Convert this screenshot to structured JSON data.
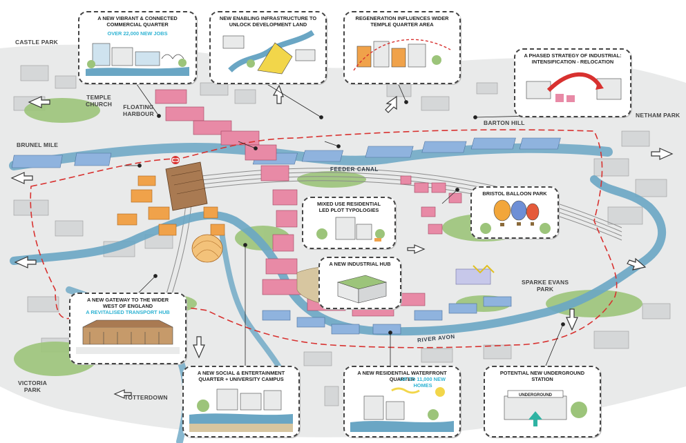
{
  "places": {
    "castle_park": "CASTLE PARK",
    "temple_church": "TEMPLE\nCHURCH",
    "floating_harbour": "FLOATING\nHARBOUR",
    "brunel_mile": "BRUNEL MILE",
    "barton_hill": "BARTON HILL",
    "netham_park": "NETHAM PARK",
    "feeder_canal": "FEEDER CANAL",
    "sparke_evans_park": "SPARKE EVANS\nPARK",
    "river_avon": "RIVER AVON",
    "victoria_park": "VICTORIA\nPARK",
    "totterdown": "TOTTERDOWN"
  },
  "callouts": {
    "commercial": {
      "title": "A NEW VIBRANT & CONNECTED\nCOMMERCIAL QUARTER",
      "highlight": "OVER 22,000 NEW JOBS"
    },
    "infrastructure": {
      "title": "NEW ENABLING INFRASTRUCTURE TO\nUNLOCK DEVELOPMENT LAND"
    },
    "regeneration": {
      "title": "REGENERATION INFLUENCES WIDER\nTEMPLE QUARTER AREA"
    },
    "phased": {
      "title": "A PHASED STRATEGY OF INDUSTRIAL:\nINTENSIFICATION - RELOCATION"
    },
    "mixed_use": {
      "title": "MIXED USE RESIDENTIAL\nLED PLOT TYPOLOGIES"
    },
    "balloon": {
      "title": "BRISTOL BALLOON PARK"
    },
    "industrial_hub": {
      "title": "A NEW INDUSTRIAL HUB"
    },
    "gateway": {
      "title": "A NEW GATEWAY TO THE WIDER\nWEST OF ENGLAND",
      "highlight": "A REVITALISED TRANSPORT HUB"
    },
    "social": {
      "title": "A NEW SOCIAL & ENTERTAINMENT\nQUARTER + UNIVERSITY CAMPUS"
    },
    "waterfront": {
      "title": "A NEW RESIDENTIAL WATERFRONT\nQUARTER",
      "highlight": "UP TO 11,000 NEW HOMES"
    },
    "underground": {
      "title": "POTENTIAL NEW UNDERGROUND\nSTATION",
      "sign": "UNDERGROUND"
    }
  },
  "colors": {
    "water": "#6aa6c4",
    "green": "#9cc47a",
    "pink_blocks": "#e88aa6",
    "blue_blocks": "#8fb3de",
    "orange_blocks": "#f0a24a",
    "boundary": "#d8312f",
    "highlight": "#2fb3d3"
  },
  "legend_icons": [
    "rail-station-icon",
    "balloon-icon",
    "underground-icon",
    "arrow-icon"
  ]
}
